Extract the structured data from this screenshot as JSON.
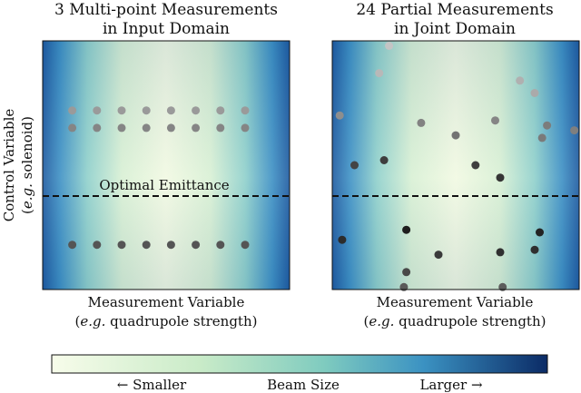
{
  "panels": [
    {
      "title_line1": "3 Multi-point Measurements",
      "title_line2": "in Input Domain",
      "x_label_line1": "Measurement Variable",
      "x_label_line2_italic": "e.g.",
      "x_label_line2_rest": " quadrupole strength)",
      "points": [
        {
          "x": 0.12,
          "y": 0.28,
          "shade": "#9a9a9a"
        },
        {
          "x": 0.22,
          "y": 0.28,
          "shade": "#9a9a9a"
        },
        {
          "x": 0.32,
          "y": 0.28,
          "shade": "#9a9a9a"
        },
        {
          "x": 0.42,
          "y": 0.28,
          "shade": "#9a9a9a"
        },
        {
          "x": 0.52,
          "y": 0.28,
          "shade": "#9a9a9a"
        },
        {
          "x": 0.62,
          "y": 0.28,
          "shade": "#9a9a9a"
        },
        {
          "x": 0.72,
          "y": 0.28,
          "shade": "#9a9a9a"
        },
        {
          "x": 0.82,
          "y": 0.28,
          "shade": "#9a9a9a"
        },
        {
          "x": 0.12,
          "y": 0.35,
          "shade": "#858585"
        },
        {
          "x": 0.22,
          "y": 0.35,
          "shade": "#858585"
        },
        {
          "x": 0.32,
          "y": 0.35,
          "shade": "#858585"
        },
        {
          "x": 0.42,
          "y": 0.35,
          "shade": "#858585"
        },
        {
          "x": 0.52,
          "y": 0.35,
          "shade": "#858585"
        },
        {
          "x": 0.62,
          "y": 0.35,
          "shade": "#858585"
        },
        {
          "x": 0.72,
          "y": 0.35,
          "shade": "#858585"
        },
        {
          "x": 0.82,
          "y": 0.35,
          "shade": "#858585"
        },
        {
          "x": 0.12,
          "y": 0.82,
          "shade": "#555555"
        },
        {
          "x": 0.22,
          "y": 0.82,
          "shade": "#555555"
        },
        {
          "x": 0.32,
          "y": 0.82,
          "shade": "#555555"
        },
        {
          "x": 0.42,
          "y": 0.82,
          "shade": "#555555"
        },
        {
          "x": 0.52,
          "y": 0.82,
          "shade": "#555555"
        },
        {
          "x": 0.62,
          "y": 0.82,
          "shade": "#555555"
        },
        {
          "x": 0.72,
          "y": 0.82,
          "shade": "#555555"
        },
        {
          "x": 0.82,
          "y": 0.82,
          "shade": "#555555"
        }
      ],
      "optimal_label": "Optimal Emittance"
    },
    {
      "title_line1": "24 Partial Measurements",
      "title_line2": "in Joint Domain",
      "x_label_line1": "Measurement Variable",
      "x_label_line2_italic": "e.g.",
      "x_label_line2_rest": " quadrupole strength)",
      "points": [
        {
          "x": 0.23,
          "y": 0.02,
          "shade": "#c4c4c4"
        },
        {
          "x": 0.19,
          "y": 0.13,
          "shade": "#b8b8b8"
        },
        {
          "x": 0.76,
          "y": 0.16,
          "shade": "#b0b0b0"
        },
        {
          "x": 0.82,
          "y": 0.21,
          "shade": "#aaaaaa"
        },
        {
          "x": 0.03,
          "y": 0.3,
          "shade": "#8e8e8e"
        },
        {
          "x": 0.36,
          "y": 0.33,
          "shade": "#828282"
        },
        {
          "x": 0.66,
          "y": 0.32,
          "shade": "#858585"
        },
        {
          "x": 0.87,
          "y": 0.34,
          "shade": "#7c7c7c"
        },
        {
          "x": 0.5,
          "y": 0.38,
          "shade": "#737373"
        },
        {
          "x": 0.85,
          "y": 0.39,
          "shade": "#7a7a7a"
        },
        {
          "x": 0.98,
          "y": 0.36,
          "shade": "#7f7f7f"
        },
        {
          "x": 0.21,
          "y": 0.48,
          "shade": "#3e3e3e"
        },
        {
          "x": 0.09,
          "y": 0.5,
          "shade": "#444444"
        },
        {
          "x": 0.58,
          "y": 0.5,
          "shade": "#3f3f3f"
        },
        {
          "x": 0.68,
          "y": 0.55,
          "shade": "#353535"
        },
        {
          "x": 0.3,
          "y": 0.76,
          "shade": "#1e1e1e"
        },
        {
          "x": 0.84,
          "y": 0.77,
          "shade": "#232323"
        },
        {
          "x": 0.04,
          "y": 0.8,
          "shade": "#2c2c2c"
        },
        {
          "x": 0.68,
          "y": 0.85,
          "shade": "#303030"
        },
        {
          "x": 0.82,
          "y": 0.84,
          "shade": "#2f2f2f"
        },
        {
          "x": 0.3,
          "y": 0.93,
          "shade": "#484848"
        },
        {
          "x": 0.29,
          "y": 0.99,
          "shade": "#5a5a5a"
        },
        {
          "x": 0.69,
          "y": 0.99,
          "shade": "#5c5c5c"
        },
        {
          "x": 0.43,
          "y": 0.86,
          "shade": "#3a3a3a"
        }
      ]
    }
  ],
  "y_label_line1": "Control Variable",
  "y_label_line2_open": "(",
  "y_label_line2_italic": "e.g.",
  "y_label_line2_rest": " solenoid)",
  "colorbar": {
    "left_label": "← Smaller",
    "center_label": "Beam Size",
    "right_label": "Larger →",
    "color_low": "#f6fbe8",
    "color_mid": "#9fd6b8",
    "color_high": "#0a2a60"
  },
  "optimal_y": 0.605
}
